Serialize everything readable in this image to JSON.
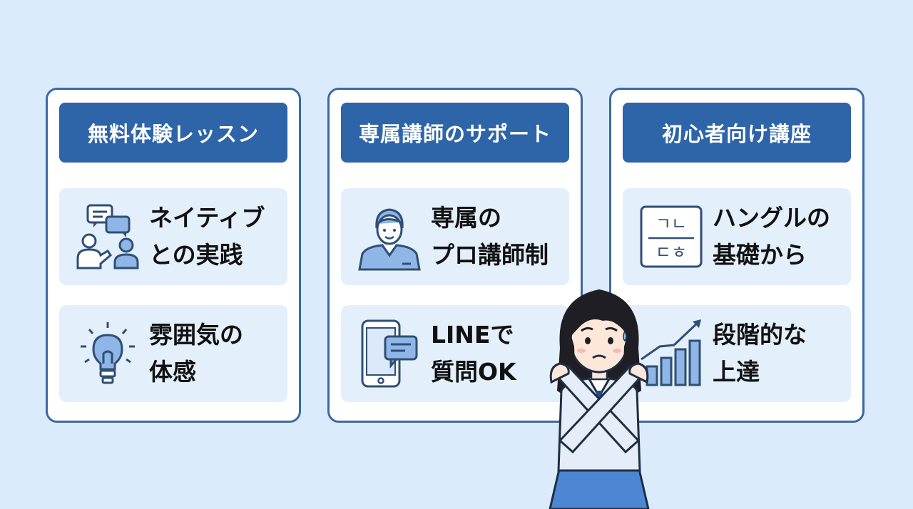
{
  "colors": {
    "background": "#dcebfb",
    "card_border": "#3a6aa5",
    "header_bg": "#2e64a8",
    "feature_bg": "#e4effc",
    "icon_fill": "#8fb6e6",
    "icon_stroke": "#2f4f74"
  },
  "cards": [
    {
      "title": "無料体験レッスン",
      "features": [
        {
          "icon": "conversation-icon",
          "line1": "ネイティブ",
          "line2": "との実践"
        },
        {
          "icon": "lightbulb-icon",
          "line1": "雰囲気の",
          "line2": "体感"
        }
      ]
    },
    {
      "title": "専属講師のサポート",
      "features": [
        {
          "icon": "teacher-icon",
          "line1": "専属の",
          "line2": "プロ講師制"
        },
        {
          "icon": "smartphone-chat-icon",
          "line1": "LINEで",
          "line2": "質問OK"
        }
      ]
    },
    {
      "title": "初心者向け講座",
      "features": [
        {
          "icon": "hangul-icon",
          "line1": "ハングルの",
          "line2": "基礎から"
        },
        {
          "icon": "growth-chart-icon",
          "line1": "段階的な",
          "line2": "上達"
        }
      ]
    }
  ],
  "hangul_glyphs": {
    "top": "ㄱㄴ",
    "bottom": "ㄷㅎ"
  },
  "person": {
    "icon": "worried-woman-crossed-arms-icon"
  }
}
